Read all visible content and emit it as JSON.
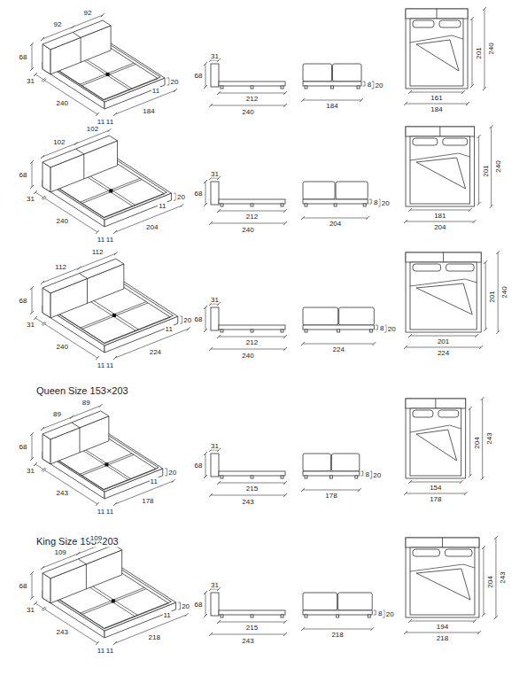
{
  "diagram": {
    "labels": [
      "92",
      "92",
      "68",
      "31",
      "240",
      "11",
      "11",
      "184",
      "20",
      "11",
      "31",
      "68",
      "212",
      "240",
      "184",
      "8",
      "20",
      "201",
      "240",
      "161",
      "184",
      "102",
      "102",
      "68",
      "31",
      "240",
      "11",
      "11",
      "204",
      "20",
      "11",
      "31",
      "68",
      "212",
      "240",
      "204",
      "8",
      "20",
      "201",
      "240",
      "181",
      "204",
      "112",
      "112",
      "68",
      "31",
      "240",
      "11",
      "11",
      "224",
      "20",
      "11",
      "31",
      "68",
      "212",
      "240",
      "224",
      "8",
      "20",
      "201",
      "240",
      "201",
      "224",
      "Queen Size 153×203",
      "89",
      "89",
      "68",
      "31",
      "243",
      "11",
      "11",
      "178",
      "20",
      "11",
      "31",
      "68",
      "215",
      "243",
      "178",
      "8",
      "20",
      "204",
      "243",
      "154",
      "178",
      "King Size 193×203",
      "109",
      "109",
      "68",
      "31",
      "243",
      "11",
      "11",
      "218",
      "20",
      "11",
      "31",
      "68",
      "215",
      "243",
      "218",
      "8",
      "20",
      "204",
      "243",
      "194",
      "218"
    ]
  }
}
